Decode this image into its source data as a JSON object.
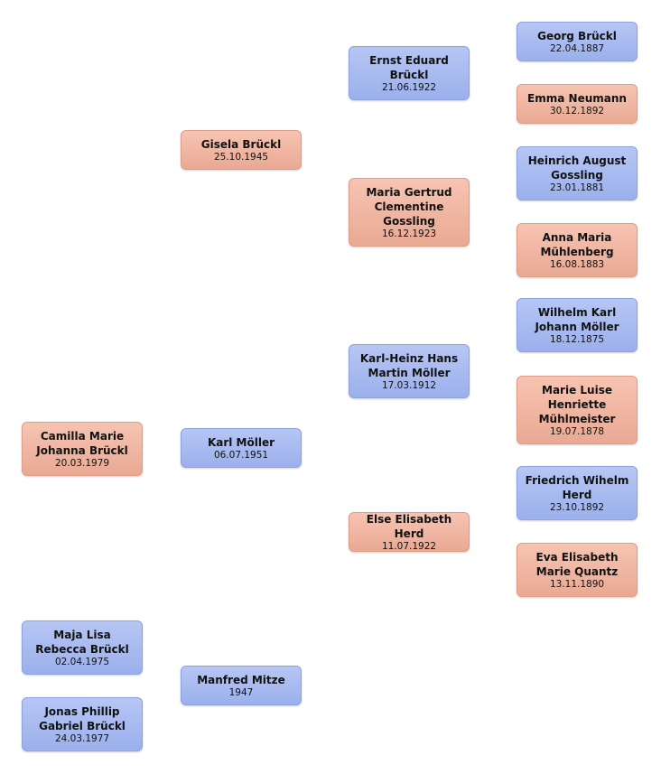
{
  "people": {
    "camilla": {
      "name": "Camilla Marie Johanna Brückl",
      "date": "20.03.1979",
      "gender": "female"
    },
    "maja": {
      "name": "Maja Lisa Rebecca Brückl",
      "date": "02.04.1975",
      "gender": "male"
    },
    "jonas": {
      "name": "Jonas Phillip Gabriel Brückl",
      "date": "24.03.1977",
      "gender": "male"
    },
    "gisela": {
      "name": "Gisela Brückl",
      "date": "25.10.1945",
      "gender": "female"
    },
    "karl": {
      "name": "Karl Möller",
      "date": "06.07.1951",
      "gender": "male"
    },
    "manfred": {
      "name": "Manfred Mitze",
      "date": "1947",
      "gender": "male"
    },
    "ernst": {
      "name": "Ernst Eduard Brückl",
      "date": "21.06.1922",
      "gender": "male"
    },
    "maria_g": {
      "name": "Maria Gertrud Clementine Gossling",
      "date": "16.12.1923",
      "gender": "female"
    },
    "karlheinz": {
      "name": "Karl-Heinz Hans Martin Möller",
      "date": "17.03.1912",
      "gender": "male"
    },
    "else": {
      "name": "Else Elisabeth Herd",
      "date": "11.07.1922",
      "gender": "female"
    },
    "georg": {
      "name": "Georg Brückl",
      "date": "22.04.1887",
      "gender": "male"
    },
    "emma": {
      "name": "Emma Neumann",
      "date": "30.12.1892",
      "gender": "female"
    },
    "heinrich": {
      "name": "Heinrich August Gossling",
      "date": "23.01.1881",
      "gender": "male"
    },
    "anna": {
      "name": "Anna Maria Mühlenberg",
      "date": "16.08.1883",
      "gender": "female"
    },
    "wilhelm": {
      "name": "Wilhelm Karl Johann Möller",
      "date": "18.12.1875",
      "gender": "male"
    },
    "marie_l": {
      "name": "Marie Luise Henriette Mühlmeister",
      "date": "19.07.1878",
      "gender": "female"
    },
    "friedrich": {
      "name": "Friedrich Wihelm Herd",
      "date": "23.10.1892",
      "gender": "male"
    },
    "eva": {
      "name": "Eva Elisabeth Marie Quantz",
      "date": "13.11.1890",
      "gender": "female"
    }
  },
  "colors": {
    "male_top": "#b6c6f4",
    "male_bottom": "#9bb0ec",
    "female_top": "#f7c4b2",
    "female_bottom": "#e9a993"
  }
}
